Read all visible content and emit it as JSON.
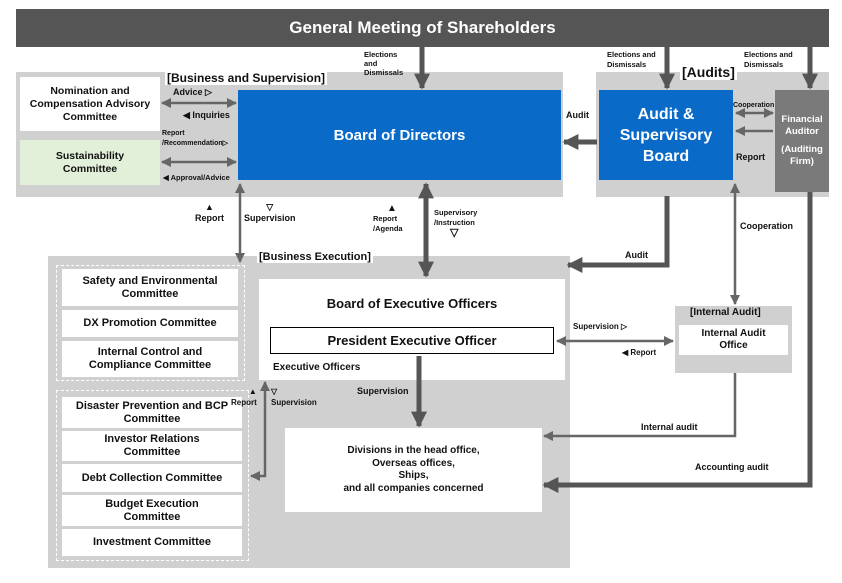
{
  "header": {
    "title": "General Meeting of Shareholders"
  },
  "sections": {
    "business_supervision": "[Business and Supervision]",
    "audits": "[Audits]",
    "business_execution": "[Business Execution]",
    "internal_audit": "[Internal Audit]"
  },
  "boxes": {
    "nomination": "Nomination and Compensation Advisory Committee",
    "sustainability": "Sustainability Committee",
    "board_directors": "Board of Directors",
    "audit_board": "Audit & Supervisory Board",
    "financial_auditor": "Financial Auditor",
    "auditing_firm": "(Auditing Firm)",
    "board_exec_officers": "Board of Executive Officers",
    "president": "President Executive Officer",
    "exec_officers": "Executive Officers",
    "internal_audit_office": "Internal Audit Office",
    "divisions": [
      "Divisions in the head office,",
      "Overseas offices,",
      "Ships,",
      "and all companies concerned"
    ]
  },
  "committees_group1": [
    "Safety and Environmental Committee",
    "DX Promotion Committee",
    "Internal Control and Compliance Committee"
  ],
  "committees_group2": [
    "Disaster Prevention and BCP Committee",
    "Investor Relations Committee",
    "Debt Collection Committee",
    "Budget Execution Committee",
    "Investment Committee"
  ],
  "labels": {
    "elections_left": [
      "Elections",
      "and",
      "Dismissals"
    ],
    "elections_mid": [
      "Elections and",
      "Dismissals"
    ],
    "elections_right": [
      "Elections and",
      "Dismissals"
    ],
    "advice": "Advice ▷",
    "inquiries": "◀ Inquiries",
    "report_rec": [
      "Report",
      "/Recommendation▷"
    ],
    "approval": "◀ Approval/Advice",
    "audit_bod": "Audit",
    "cooperation_top": "Cooperation",
    "report_fa": "Report",
    "report_left": "▲\nReport",
    "supervision_left": "▽\nSupervision",
    "report_agenda": [
      "▲",
      "Report",
      "/Agenda"
    ],
    "supervisory_instruction": [
      "Supervisory",
      "/Instruction",
      "▽"
    ],
    "audit_exec": "Audit",
    "cooperation_mid": "Cooperation",
    "supervision_ia": "Supervision ▷",
    "report_ia": "◀ Report",
    "supervision_div": "Supervision",
    "report_g2": "▲\nReport",
    "supervision_g2": "▽\nSupervision",
    "internal_audit_lbl": "Internal audit",
    "accounting_audit_lbl": "Accounting audit"
  }
}
